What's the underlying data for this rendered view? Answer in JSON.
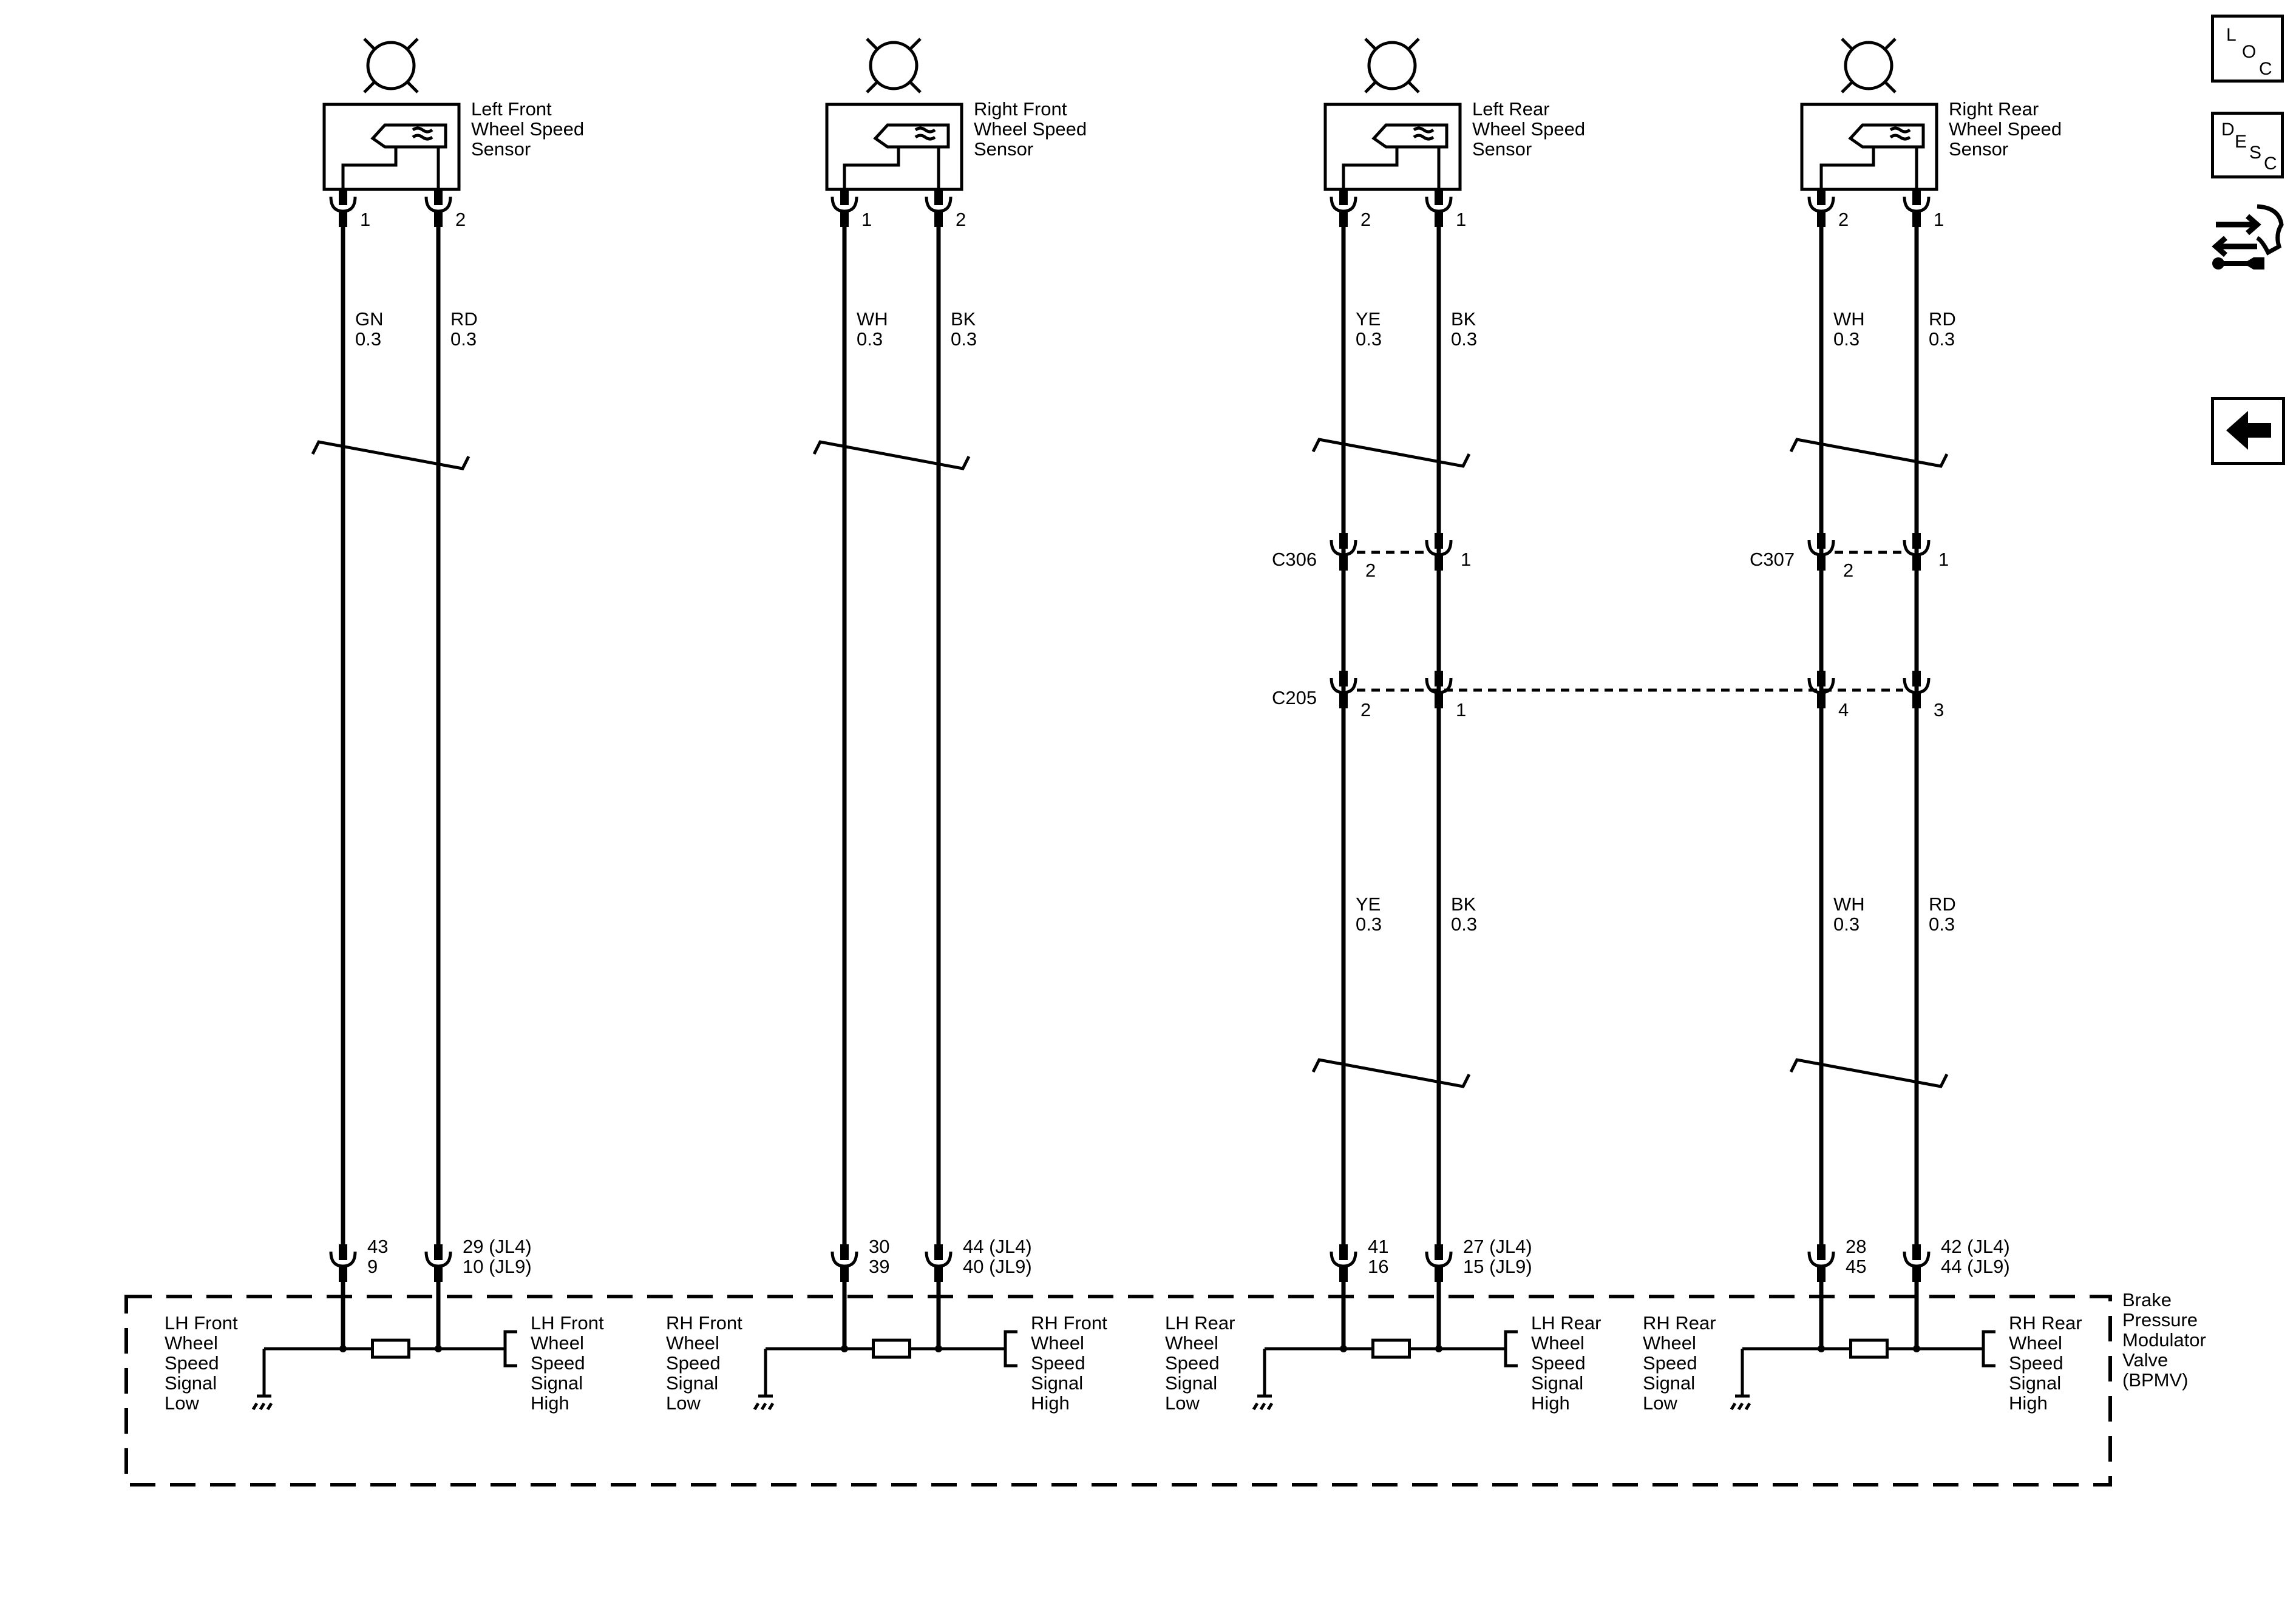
{
  "sensors": [
    {
      "name": "Left Front\nWheel Speed\nSensor",
      "pins": [
        "1",
        "2"
      ],
      "wires": [
        {
          "color": "GN",
          "gauge": "0.3"
        },
        {
          "color": "RD",
          "gauge": "0.3"
        }
      ],
      "bpmv_terminals": [
        [
          "43",
          "9"
        ],
        [
          "29 (JL4)",
          "10 (JL9)"
        ]
      ],
      "bpmv_low_label": "LH Front\nWheel\nSpeed\nSignal\nLow",
      "bpmv_high_label": "LH Front\nWheel\nSpeed\nSignal\nHigh"
    },
    {
      "name": "Right Front\nWheel Speed\nSensor",
      "pins": [
        "1",
        "2"
      ],
      "wires": [
        {
          "color": "WH",
          "gauge": "0.3"
        },
        {
          "color": "BK",
          "gauge": "0.3"
        }
      ],
      "bpmv_terminals": [
        [
          "30",
          "39"
        ],
        [
          "44 (JL4)",
          "40 (JL9)"
        ]
      ],
      "bpmv_low_label": "RH Front\nWheel\nSpeed\nSignal\nLow",
      "bpmv_high_label": "RH Front\nWheel\nSpeed\nSignal\nHigh"
    },
    {
      "name": "Left Rear\nWheel Speed\nSensor",
      "pins": [
        "2",
        "1"
      ],
      "wires": [
        {
          "color": "YE",
          "gauge": "0.3"
        },
        {
          "color": "BK",
          "gauge": "0.3"
        }
      ],
      "lower_wires": [
        {
          "color": "YE",
          "gauge": "0.3"
        },
        {
          "color": "BK",
          "gauge": "0.3"
        }
      ],
      "inline_connector": {
        "id": "C306",
        "pins": [
          "2",
          "1"
        ]
      },
      "c205_pins": [
        "2",
        "1"
      ],
      "bpmv_terminals": [
        [
          "41",
          "16"
        ],
        [
          "27 (JL4)",
          "15 (JL9)"
        ]
      ],
      "bpmv_low_label": "LH Rear\nWheel\nSpeed\nSignal\nLow",
      "bpmv_high_label": "LH Rear\nWheel\nSpeed\nSignal\nHigh"
    },
    {
      "name": "Right Rear\nWheel Speed\nSensor",
      "pins": [
        "2",
        "1"
      ],
      "wires": [
        {
          "color": "WH",
          "gauge": "0.3"
        },
        {
          "color": "RD",
          "gauge": "0.3"
        }
      ],
      "lower_wires": [
        {
          "color": "WH",
          "gauge": "0.3"
        },
        {
          "color": "RD",
          "gauge": "0.3"
        }
      ],
      "inline_connector": {
        "id": "C307",
        "pins": [
          "2",
          "1"
        ]
      },
      "c205_pins": [
        "4",
        "3"
      ],
      "bpmv_terminals": [
        [
          "28",
          "45"
        ],
        [
          "42 (JL4)",
          "44 (JL9)"
        ]
      ],
      "bpmv_low_label": "RH Rear\nWheel\nSpeed\nSignal\nLow",
      "bpmv_high_label": "RH Rear\nWheel\nSpeed\nSignal\nHigh"
    }
  ],
  "c205_label": "C205",
  "module_label": "Brake\nPressure\nModulator\nValve\n(BPMV)",
  "sidebar": {
    "loc": [
      "L",
      "O",
      "C"
    ],
    "desc": [
      "D",
      "E",
      "S",
      "C"
    ],
    "icons": [
      "connector-repair-icon",
      "back-arrow-icon"
    ]
  }
}
